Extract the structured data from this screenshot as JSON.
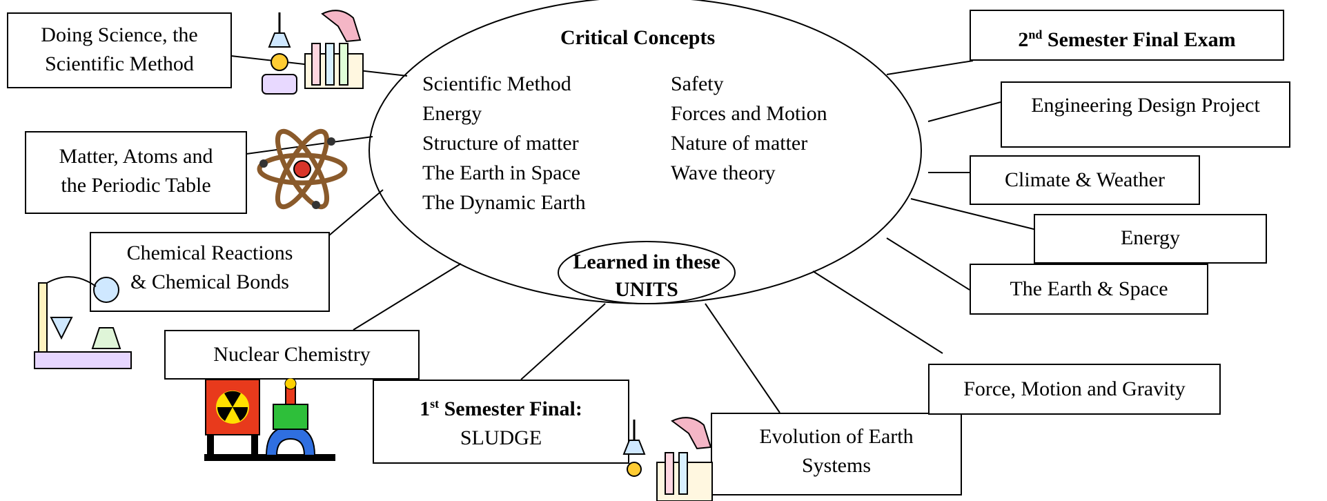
{
  "center": {
    "title": "Critical Concepts",
    "concepts_left": [
      "Scientific Method",
      "Energy",
      "Structure of matter",
      "The Earth in Space",
      "The Dynamic Earth"
    ],
    "concepts_right": [
      "Safety",
      "Forces and Motion",
      "Nature of matter",
      "Wave theory"
    ],
    "units_label": {
      "line1": "Learned in these",
      "line2": "UNITS"
    }
  },
  "units": {
    "doing_science": {
      "line1": "Doing Science, the",
      "line2": "Scientific Method"
    },
    "matter_atoms": {
      "line1": "Matter, Atoms and",
      "line2": "the Periodic Table"
    },
    "chemical_reactions": {
      "line1": "Chemical Reactions",
      "line2": "& Chemical Bonds"
    },
    "nuclear_chemistry": "Nuclear Chemistry",
    "first_semester_final": {
      "prefix": "1",
      "sup": "st",
      "title": " Semester Final:",
      "line2": "SLUDGE"
    },
    "evolution_earth": {
      "line1": "Evolution of Earth",
      "line2": "Systems"
    },
    "force_motion": "Force, Motion and Gravity",
    "earth_space": "The Earth & Space",
    "energy": "Energy",
    "climate_weather": "Climate & Weather",
    "engineering_design": "Engineering Design Project",
    "second_semester_final": {
      "prefix": "2",
      "sup": "nd",
      "title": " Semester Final Exam"
    }
  }
}
